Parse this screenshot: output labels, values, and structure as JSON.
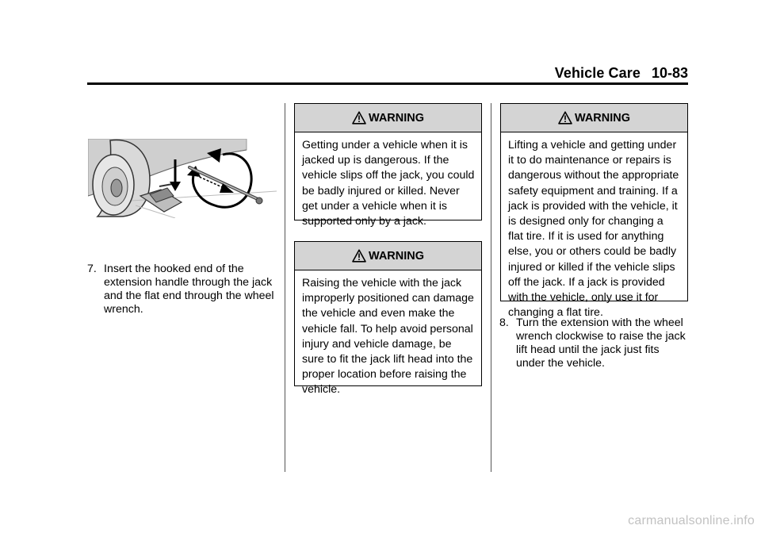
{
  "header": {
    "title": "Vehicle Care",
    "page": "10-83"
  },
  "steps": [
    {
      "number": "7.",
      "text": "Insert the hooked end of the extension handle through the jack and the flat end through the wheel wrench."
    },
    {
      "number": "8.",
      "text": "Turn the extension with the wheel wrench clockwise to raise the jack lift head until the jack just fits under the vehicle."
    }
  ],
  "warnings": [
    {
      "title": "WARNING",
      "body": "Getting under a vehicle when it is jacked up is dangerous. If the vehicle slips off the jack, you could be badly injured or killed. Never get under a vehicle when it is supported only by a jack."
    },
    {
      "title": "WARNING",
      "body": "Raising the vehicle with the jack improperly positioned can damage the vehicle and even make the vehicle fall. To help avoid personal injury and vehicle damage, be sure to fit the jack lift head into the proper location before raising the vehicle."
    },
    {
      "title": "WARNING",
      "body": "Lifting a vehicle and getting under it to do maintenance or repairs is dangerous without the appropriate safety equipment and training. If a jack is provided with the vehicle, it is designed only for changing a flat tire. If it is used for anything else, you or others could be badly injured or killed if the vehicle slips off the jack. If a jack is provided with the vehicle, only use it for changing a flat tire."
    }
  ],
  "footer": {
    "watermark": "carmanualsonline.info"
  },
  "icons": {
    "warning": "warning-triangle-icon"
  }
}
